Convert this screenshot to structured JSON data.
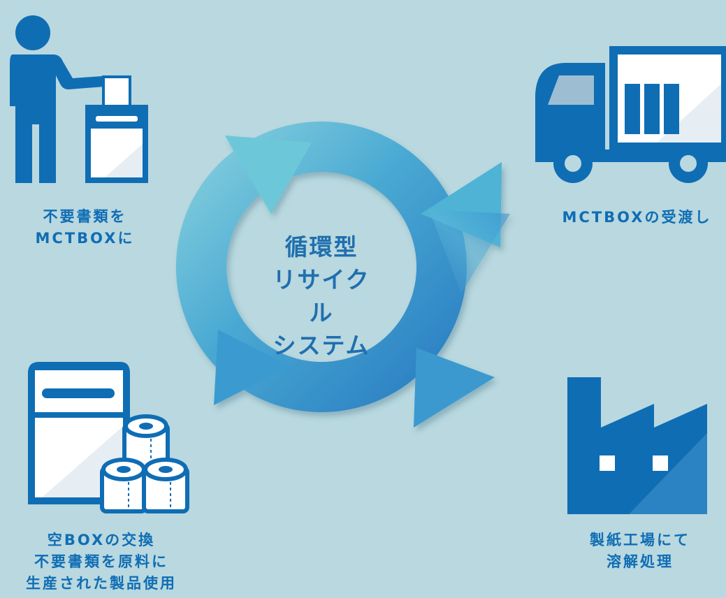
{
  "center": {
    "line1": "循環型",
    "line2": "リサイクル",
    "line3": "システム"
  },
  "steps": [
    {
      "id": "dispose",
      "lines": [
        "不要書類を",
        "MCTBOXに"
      ]
    },
    {
      "id": "handover",
      "lines": [
        "MCTBOXの受渡し"
      ]
    },
    {
      "id": "dissolve",
      "lines": [
        "製紙工場にて",
        "溶解処理"
      ]
    },
    {
      "id": "exchange",
      "lines": [
        "空BOXの交換",
        "不要書類を原料に",
        "生産された製品使用"
      ]
    }
  ],
  "colors": {
    "background": "#b9d8df",
    "icon": "#0f6db4",
    "ring_light": "#7fd0dc",
    "ring_dark": "#2b86c6",
    "text": "#0f6db4"
  },
  "icons": [
    "person-disposing-icon",
    "truck-icon",
    "factory-icon",
    "box-and-toilet-paper-icon",
    "cycle-arrows-icon"
  ]
}
